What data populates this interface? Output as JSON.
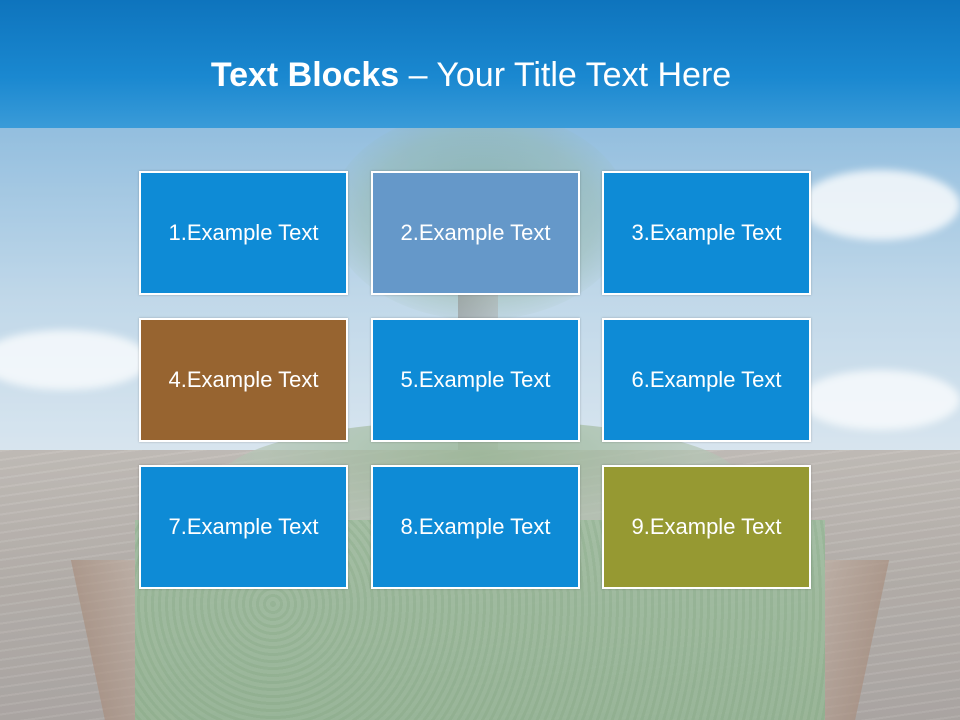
{
  "title": {
    "bold": "Text Blocks",
    "dash": " – ",
    "rest": "Your Title Text Here"
  },
  "colors": {
    "header": "#1580c8",
    "box_blue": "#0e8bd6",
    "box_steel": "#6598c9",
    "box_brown": "#976430",
    "box_olive": "#969932",
    "box_border": "#ffffff"
  },
  "blocks": [
    {
      "label": "1.Example Text",
      "color": "#0e8bd6"
    },
    {
      "label": "2.Example Text",
      "color": "#6598c9"
    },
    {
      "label": "3.Example Text",
      "color": "#0e8bd6"
    },
    {
      "label": "4.Example Text",
      "color": "#976430"
    },
    {
      "label": "5.Example Text",
      "color": "#0e8bd6"
    },
    {
      "label": "6.Example Text",
      "color": "#0e8bd6"
    },
    {
      "label": "7.Example Text",
      "color": "#0e8bd6"
    },
    {
      "label": "8.Example Text",
      "color": "#0e8bd6"
    },
    {
      "label": "9.Example Text",
      "color": "#969932"
    }
  ]
}
